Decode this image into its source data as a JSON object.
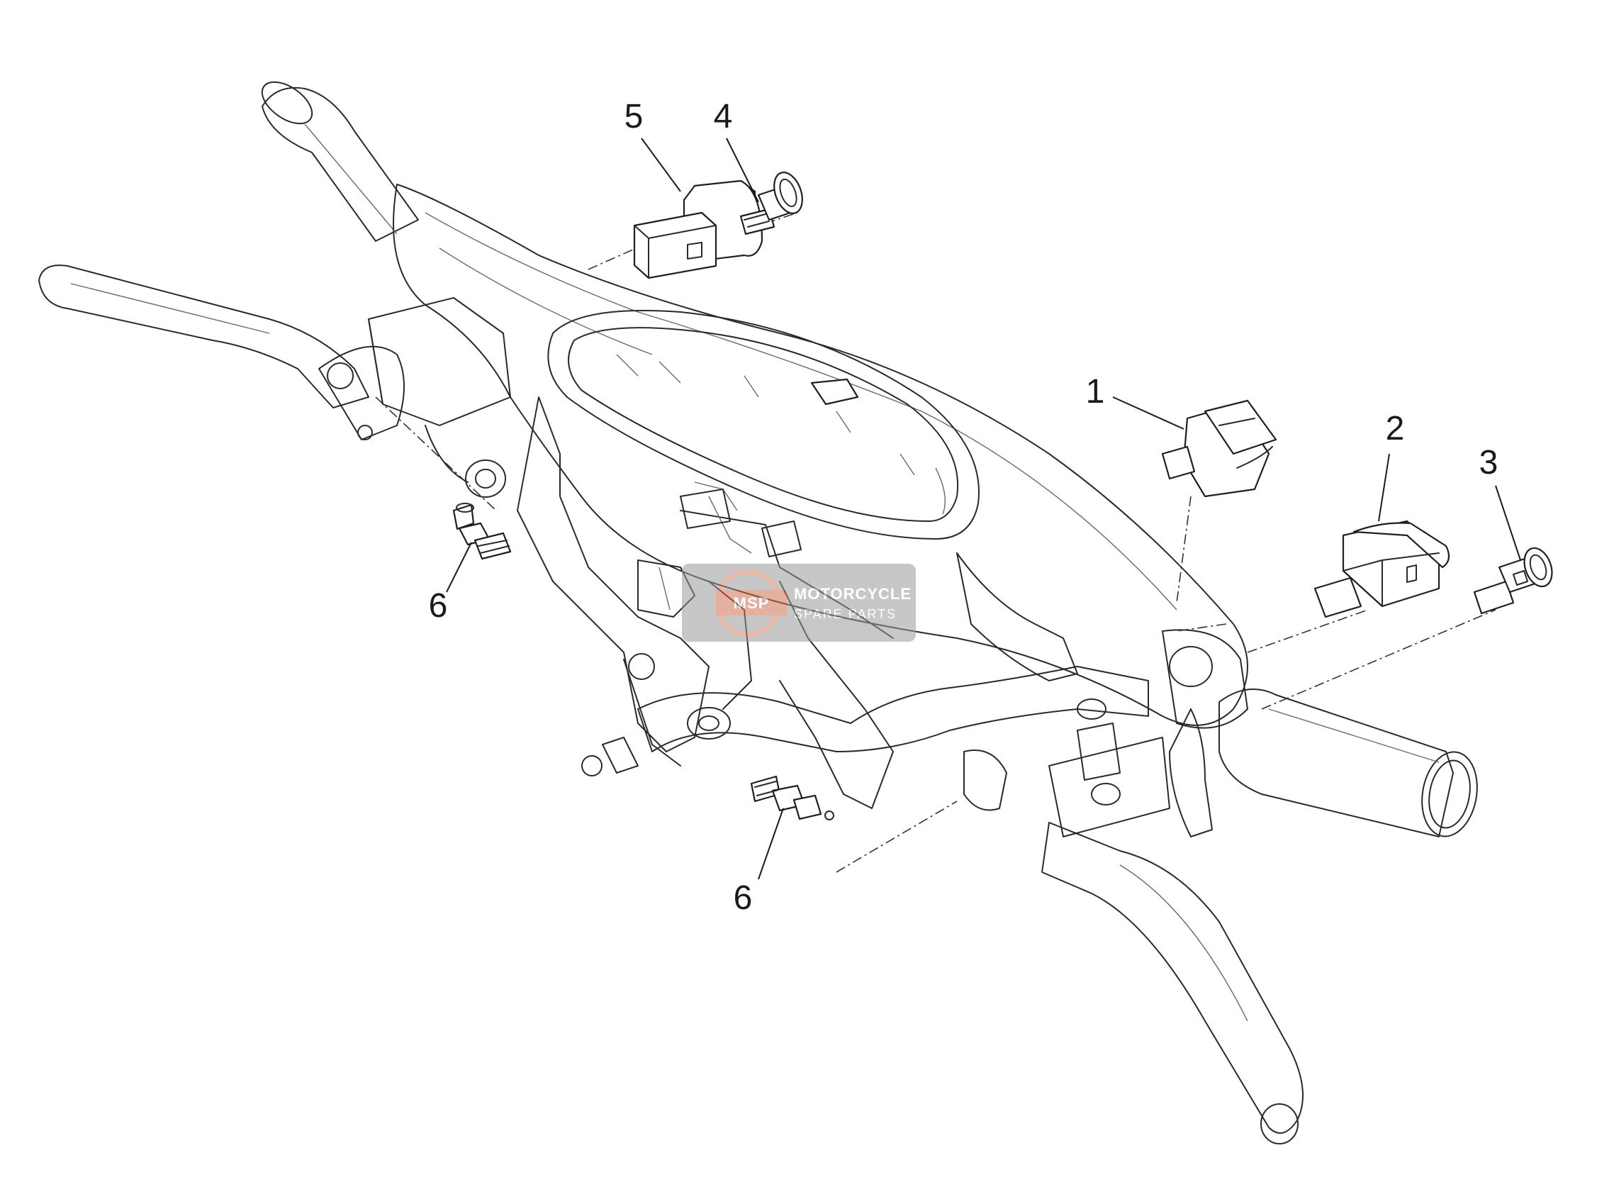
{
  "diagram": {
    "callouts": [
      {
        "id": "1",
        "label": "1"
      },
      {
        "id": "2",
        "label": "2"
      },
      {
        "id": "3",
        "label": "3"
      },
      {
        "id": "4",
        "label": "4"
      },
      {
        "id": "5",
        "label": "5"
      },
      {
        "id": "6a",
        "label": "6"
      },
      {
        "id": "6b",
        "label": "6"
      }
    ],
    "watermark": {
      "logo_text": "MSP",
      "line1": "MOTORCYCLE",
      "line2": "SPARE PARTS"
    }
  }
}
